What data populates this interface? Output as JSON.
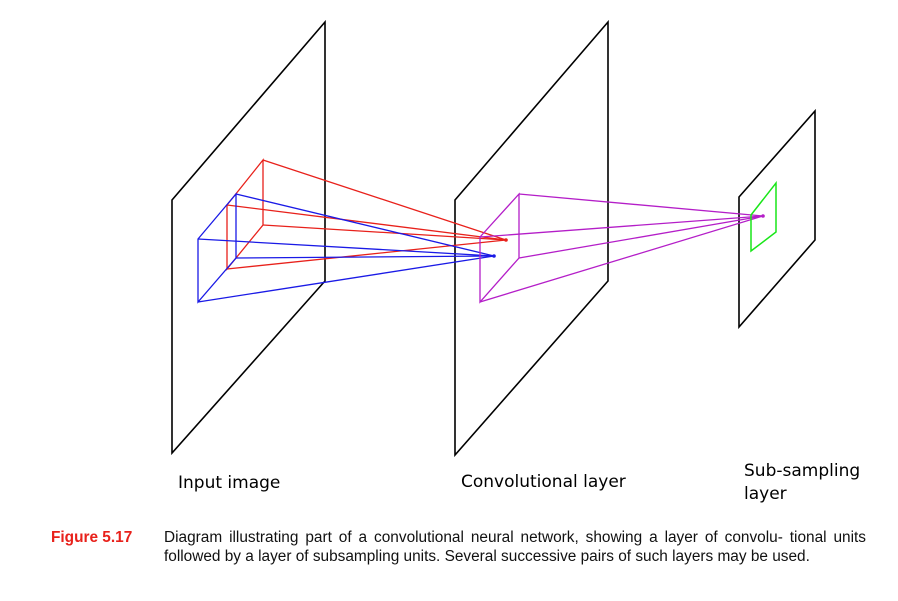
{
  "labels": {
    "input_image": "Input image",
    "convolutional_layer": "Convolutional layer",
    "subsampling_layer_line1": "Sub-sampling",
    "subsampling_layer_line2": "layer"
  },
  "caption": {
    "figure_label": "Figure 5.17",
    "text": "Diagram illustrating part of a convolutional neural network, showing a layer of convolu- tional units followed by a layer of subsampling units. Several successive pairs of such layers may be used."
  },
  "colors": {
    "plane": "#000000",
    "receptive_field_red": "#e8211b",
    "receptive_field_blue": "#1a1ae6",
    "convolution_window": "#b41ec8",
    "subsampling_window": "#19e619",
    "caption_label": "#e8211b"
  }
}
